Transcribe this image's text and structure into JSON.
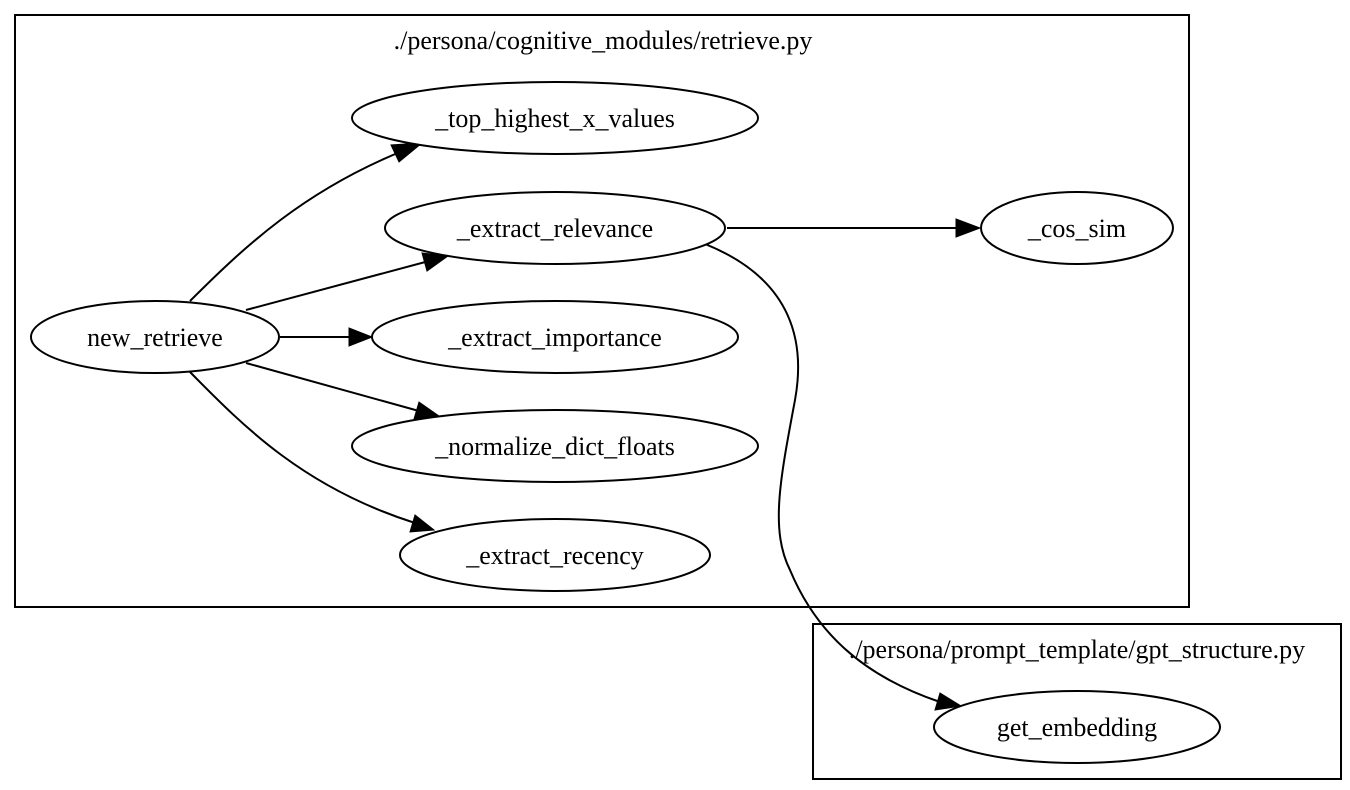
{
  "clusters": {
    "retrieve": {
      "label": "./persona/cognitive_modules/retrieve.py"
    },
    "gpt_structure": {
      "label": "./persona/prompt_template/gpt_structure.py"
    }
  },
  "nodes": {
    "new_retrieve": "new_retrieve",
    "top_highest_x_values": "_top_highest_x_values",
    "extract_relevance": "_extract_relevance",
    "extract_importance": "_extract_importance",
    "normalize_dict_floats": "_normalize_dict_floats",
    "extract_recency": "_extract_recency",
    "cos_sim": "_cos_sim",
    "get_embedding": "get_embedding"
  },
  "edges": [
    {
      "from": "new_retrieve",
      "to": "_top_highest_x_values"
    },
    {
      "from": "new_retrieve",
      "to": "_extract_relevance"
    },
    {
      "from": "new_retrieve",
      "to": "_extract_importance"
    },
    {
      "from": "new_retrieve",
      "to": "_normalize_dict_floats"
    },
    {
      "from": "new_retrieve",
      "to": "_extract_recency"
    },
    {
      "from": "_extract_relevance",
      "to": "_cos_sim"
    },
    {
      "from": "_extract_relevance",
      "to": "get_embedding"
    }
  ]
}
